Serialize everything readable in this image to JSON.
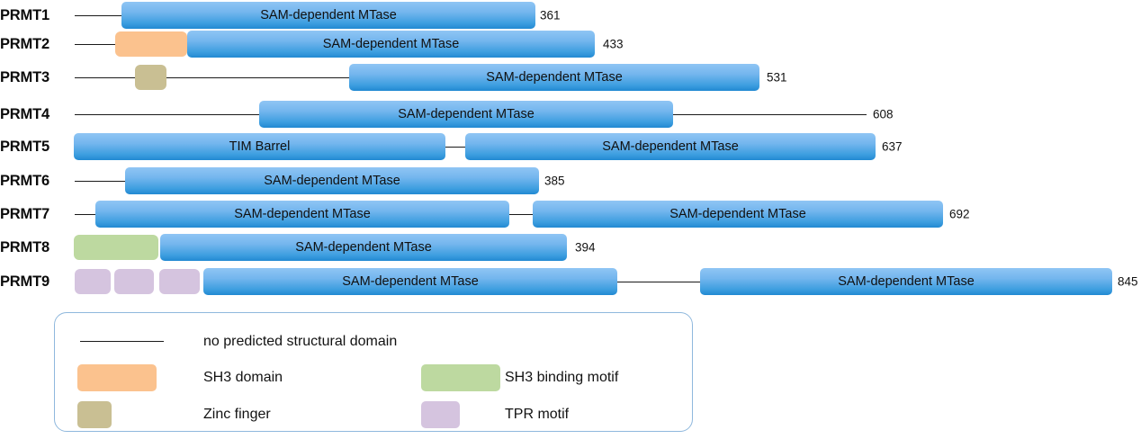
{
  "figure": {
    "type": "protein-domain-architecture",
    "title": "",
    "domain_colors": {
      "sam_mtase": "#4fa3e3",
      "sh3_domain": "#fbc28e",
      "zinc_finger": "#c9bf93",
      "sh3_binding_motif": "#bdd9a0",
      "tpr_motif": "#d5c4df",
      "no_domain_line": "#1a1a1a",
      "legend_border": "#8fb8dd"
    }
  },
  "rows": [
    {
      "label": "PRMT1",
      "length": "361",
      "blocks": [
        {
          "kind": "mtase",
          "text": "SAM-dependent MTase"
        }
      ]
    },
    {
      "label": "PRMT2",
      "length": "433",
      "blocks": [
        {
          "kind": "sh3",
          "text": ""
        },
        {
          "kind": "mtase",
          "text": "SAM-dependent MTase"
        }
      ]
    },
    {
      "label": "PRMT3",
      "length": "531",
      "blocks": [
        {
          "kind": "zinc",
          "text": ""
        },
        {
          "kind": "mtase",
          "text": "SAM-dependent MTase"
        }
      ]
    },
    {
      "label": "PRMT4",
      "length": "608",
      "blocks": [
        {
          "kind": "mtase",
          "text": "SAM-dependent MTase"
        }
      ]
    },
    {
      "label": "PRMT5",
      "length": "637",
      "blocks": [
        {
          "kind": "mtase",
          "text": "TIM Barrel"
        },
        {
          "kind": "mtase",
          "text": "SAM-dependent MTase"
        }
      ]
    },
    {
      "label": "PRMT6",
      "length": "385",
      "blocks": [
        {
          "kind": "mtase",
          "text": "SAM-dependent MTase"
        }
      ]
    },
    {
      "label": "PRMT7",
      "length": "692",
      "blocks": [
        {
          "kind": "mtase",
          "text": "SAM-dependent MTase"
        },
        {
          "kind": "mtase",
          "text": "SAM-dependent MTase"
        }
      ]
    },
    {
      "label": "PRMT8",
      "length": "394",
      "blocks": [
        {
          "kind": "sh3bm",
          "text": ""
        },
        {
          "kind": "mtase",
          "text": "SAM-dependent MTase"
        }
      ]
    },
    {
      "label": "PRMT9",
      "length": "845",
      "blocks": [
        {
          "kind": "tpr",
          "text": ""
        },
        {
          "kind": "tpr",
          "text": ""
        },
        {
          "kind": "tpr",
          "text": ""
        },
        {
          "kind": "mtase",
          "text": "SAM-dependent MTase"
        },
        {
          "kind": "mtase",
          "text": "SAM-dependent MTase"
        }
      ]
    }
  ],
  "legend": {
    "items": [
      {
        "swatch": "line",
        "label": "no predicted structural domain"
      },
      {
        "swatch": "sh3",
        "label": "SH3 domain"
      },
      {
        "swatch": "sh3bm",
        "label": "SH3 binding motif"
      },
      {
        "swatch": "zinc",
        "label": "Zinc finger"
      },
      {
        "swatch": "tpr",
        "label": "TPR motif"
      }
    ]
  }
}
